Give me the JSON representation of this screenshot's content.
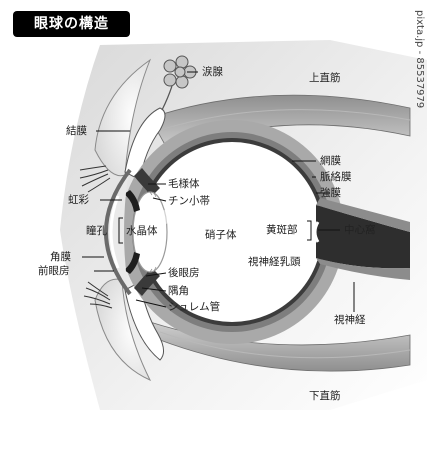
{
  "title": "眼球の構造",
  "stock_id": "pixta.jp - 85537979",
  "watermark": "PIXTA",
  "labels": {
    "tear_gland": "涙腺",
    "superior_rectus": "上直筋",
    "conjunctiva": "結膜",
    "ciliary_body": "毛様体",
    "zinn_zonule": "チン小帯",
    "retina": "網膜",
    "choroid": "脈絡膜",
    "sclera": "強膜",
    "iris": "虹彩",
    "pupil": "瞳孔",
    "lens": "水晶体",
    "vitreous": "硝子体",
    "macula": "黄斑部",
    "fovea": "中心窩",
    "cornea": "角膜",
    "anterior_chamber": "前眼房",
    "optic_disc": "視神経乳頭",
    "posterior_chamber": "後眼房",
    "angle": "隅角",
    "schlemm_canal": "シュレム管",
    "optic_nerve": "視神経",
    "inferior_rectus": "下直筋"
  }
}
